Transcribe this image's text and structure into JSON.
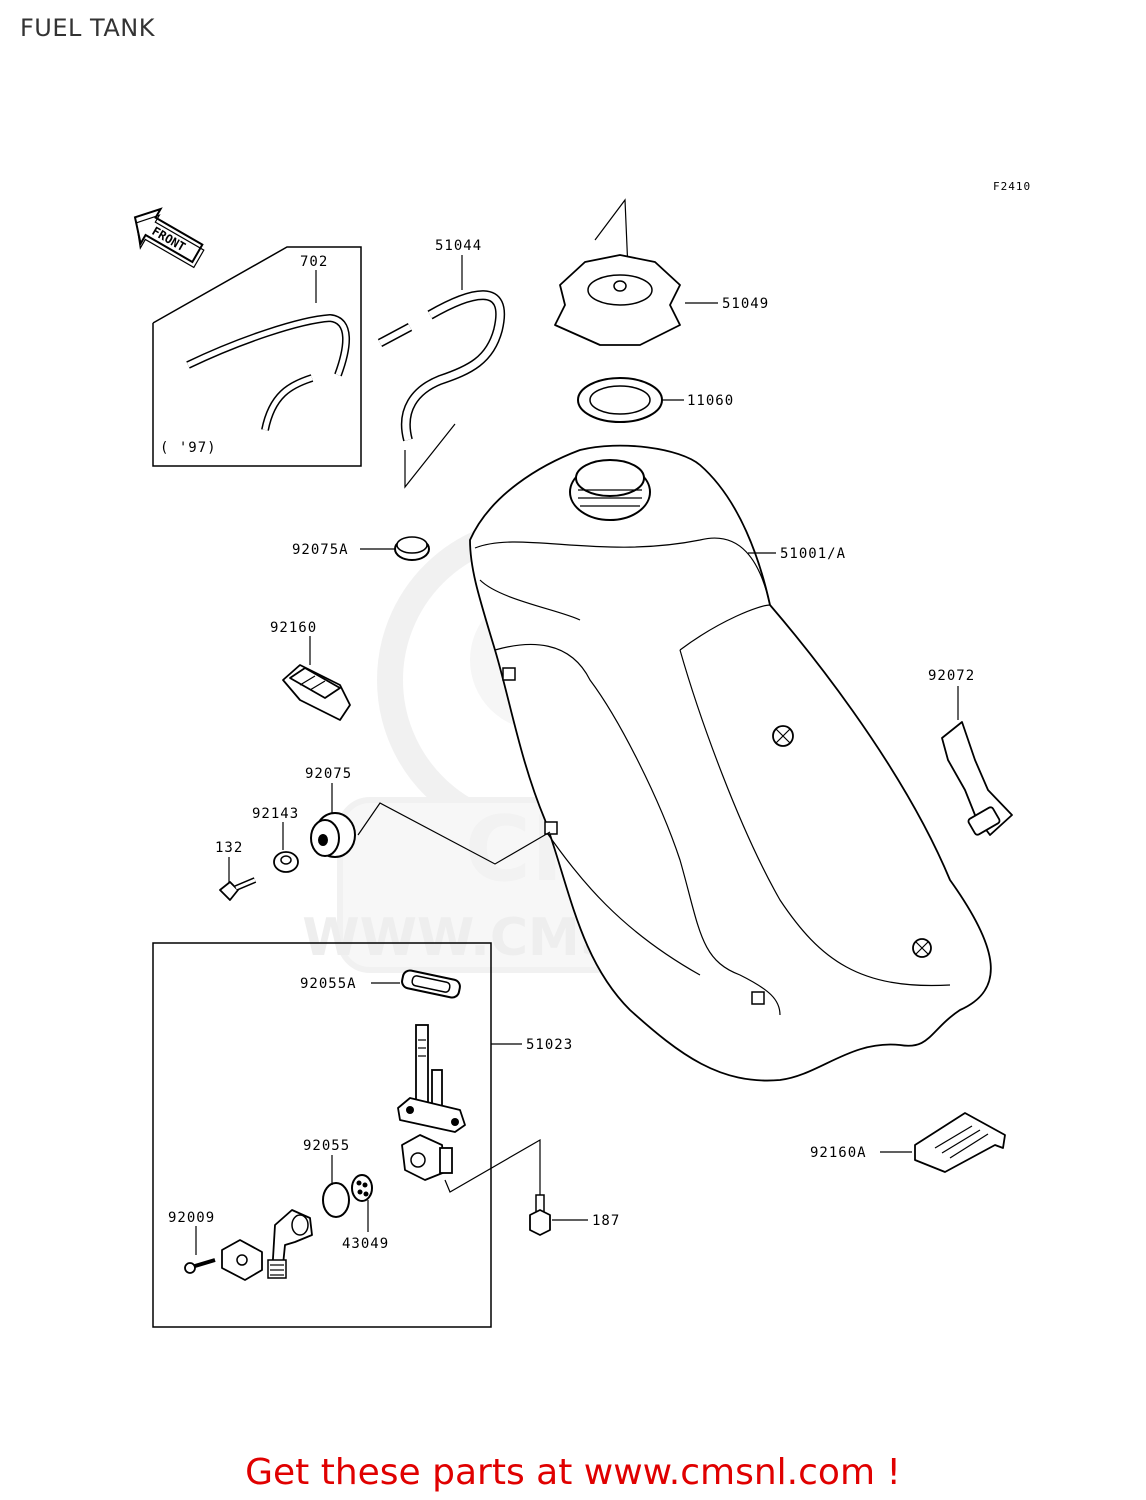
{
  "title": "FUEL TANK",
  "figure_code": "F2410",
  "front_arrow_label": "FRONT",
  "watermark": "WWW.CMSNL.COM",
  "promo_text": "Get these parts at www.cmsnl.com !",
  "parts": {
    "p702": "702",
    "p97": "( '97)",
    "p51044": "51044",
    "p51049": "51049",
    "p11060": "11060",
    "p92075A": "92075A",
    "p51001A": "51001/A",
    "p92160": "92160",
    "p92072": "92072",
    "p92075": "92075",
    "p92143": "92143",
    "p132": "132",
    "p92055A": "92055A",
    "p51023": "51023",
    "p92055": "92055",
    "p92009": "92009",
    "p43049": "43049",
    "p187": "187",
    "p92160A": "92160A"
  },
  "colors": {
    "promo": "#e00000",
    "line": "#000000",
    "watermark": "#eeeeee"
  }
}
